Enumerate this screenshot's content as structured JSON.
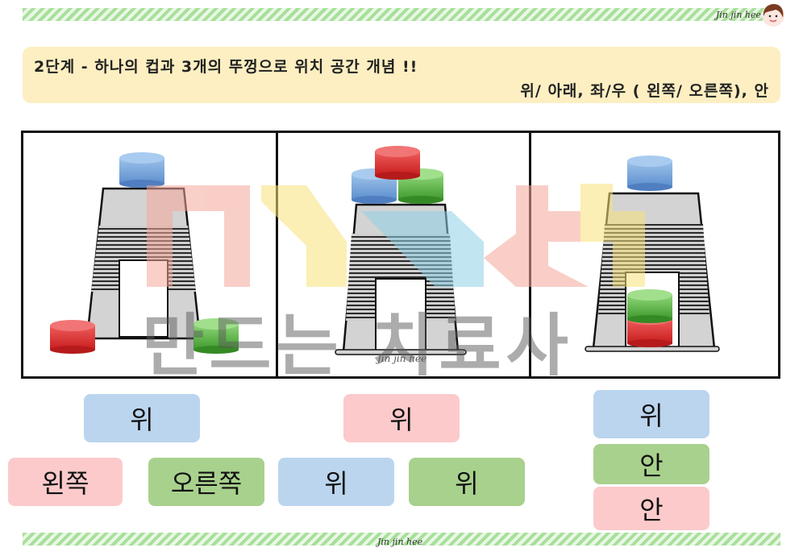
{
  "header": {
    "signature": "Jin jin hee",
    "avatar_icon": "girl-face-icon"
  },
  "title": {
    "line1": "2단계 - 하나의 컵과 3개의 뚜껑으로 위치 공간 개념 !!",
    "line2": "위/ 아래,   좌/우 ( 왼쪽/ 오른쪽), 안"
  },
  "watermark": {
    "text": "만드는 치료사",
    "logo_colors": [
      "#f4a79b",
      "#f8e27a",
      "#8fd0e6"
    ]
  },
  "panels": [
    {
      "scene": "cup-upside-down",
      "caps": [
        {
          "color": "blue",
          "position": "위"
        },
        {
          "color": "red",
          "position": "왼쪽"
        },
        {
          "color": "green",
          "position": "오른쪽"
        }
      ],
      "labels": [
        "위",
        "왼쪽",
        "오른쪽"
      ]
    },
    {
      "scene": "cup-upside-down",
      "caps": [
        {
          "color": "blue",
          "position": "위"
        },
        {
          "color": "green",
          "position": "위"
        },
        {
          "color": "red",
          "position": "위"
        }
      ],
      "labels": [
        "위",
        "위",
        "위"
      ]
    },
    {
      "scene": "cup-upside-down",
      "caps": [
        {
          "color": "blue",
          "position": "위"
        },
        {
          "color": "green",
          "position": "안"
        },
        {
          "color": "red",
          "position": "안"
        }
      ],
      "labels": [
        "위",
        "안",
        "안"
      ]
    }
  ],
  "panel_signature": "Jin jin hee",
  "footer": {
    "signature": "Jin jin hee"
  },
  "colors": {
    "title_bg": "#fdefc2",
    "blue_label": "#bcd5ee",
    "pink_label": "#fdcacb",
    "green_label": "#a9d18e",
    "stripe": "#a8df9a"
  }
}
